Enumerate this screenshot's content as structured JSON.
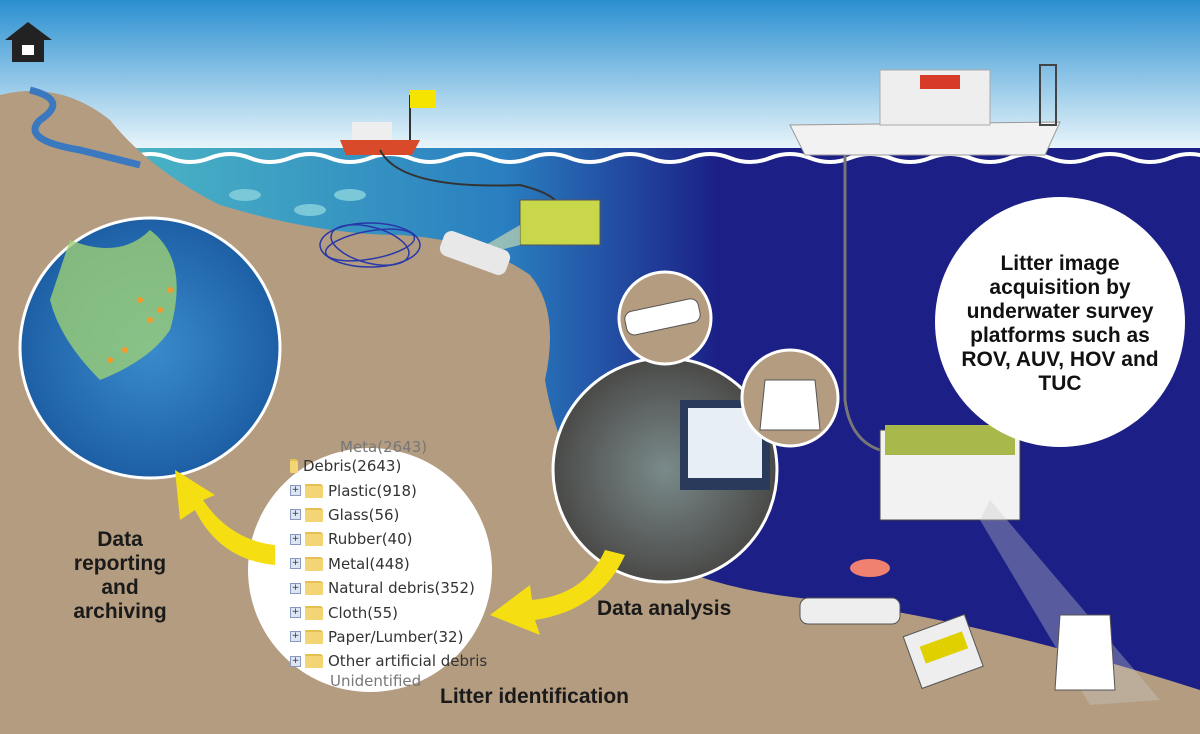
{
  "labels": {
    "acquisition": "Litter image acquisition by underwater survey platforms such as ROV, AUV, HOV and TUC",
    "analysis": "Data analysis",
    "identification": "Litter identification",
    "reporting": "Data reporting and archiving"
  },
  "tree": {
    "partial_top": "Meta(2643)",
    "root": "Debris(2643)",
    "items": [
      {
        "label": "Plastic(918)"
      },
      {
        "label": "Glass(56)"
      },
      {
        "label": "Rubber(40)"
      },
      {
        "label": "Metal(448)"
      },
      {
        "label": "Natural debris(352)"
      },
      {
        "label": "Cloth(55)"
      },
      {
        "label": "Paper/Lumber(32)"
      },
      {
        "label": "Other artificial debris"
      }
    ],
    "partial_bottom": "Unidentified"
  },
  "colors": {
    "sky_top": "#2a8fd0",
    "deep_sea": "#1b1f86",
    "shallow_sea": "#4fc3c8",
    "seafloor": "#b49c80",
    "arrow": "#f5de12"
  }
}
